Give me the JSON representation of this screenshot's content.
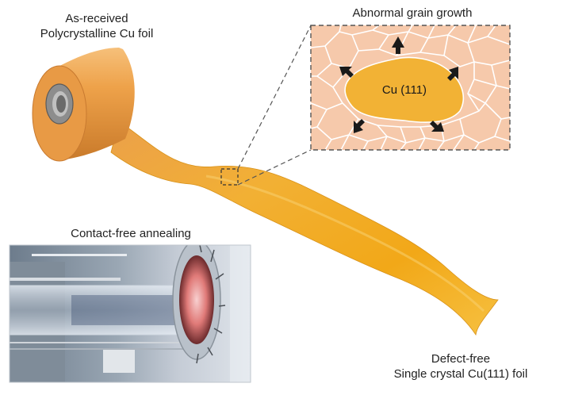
{
  "labels": {
    "received_line1": "As-received",
    "received_line2": "Polycrystalline Cu foil",
    "defect_line1": "Defect-free",
    "defect_line2": "Single crystal Cu(111) foil",
    "abnormal_grain": "Abnormal grain growth",
    "annealing": "Contact-free annealing",
    "grain_label": "Cu (111)"
  },
  "colors": {
    "foil_roll": "#e9a046",
    "foil_ribbon": "#f0ac1e",
    "grain_fill": "#f6c9ab",
    "grain_boundary": "#ffffff",
    "big_grain": "#f2b235",
    "inset_border": "#555555",
    "arrow": "#1a1a1a"
  },
  "icons": {
    "growth_arrow": "arrow-icon"
  }
}
